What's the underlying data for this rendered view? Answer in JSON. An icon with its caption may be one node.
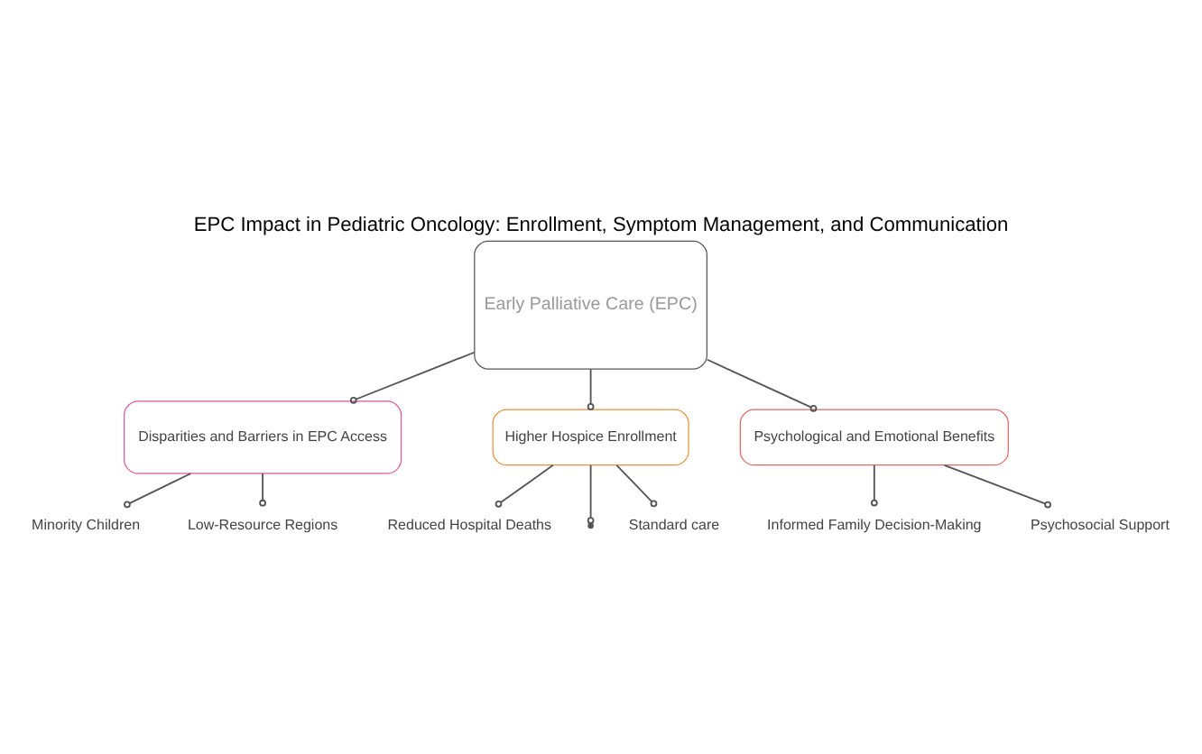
{
  "diagram": {
    "title": "EPC Impact in Pediatric Oncology: Enrollment, Symptom Management, and Communication",
    "nodes": [
      {
        "text": [
          "Early Palliative Care (EPC)"
        ]
      },
      {
        "text": [
          "Disparities and Barriers in EPC Access"
        ]
      },
      {
        "text": [
          "Minority Children"
        ]
      },
      {
        "text": [
          "Low-Resource Regions"
        ]
      },
      {
        "text": [
          "Higher Hospice Enrollment"
        ]
      },
      {
        "text": [
          "Reduced Hospital Deaths"
        ]
      },
      {
        "text": [],
        "shape": "circle"
      },
      {
        "text": [
          "Standard care"
        ]
      },
      {
        "text": [
          "Psychological and Emotional Benefits"
        ]
      },
      {
        "text": [
          "Informed Family Decision-Making"
        ]
      },
      {
        "text": [
          "Psychosocial Support"
        ]
      }
    ],
    "edges": [
      {
        "from": 0,
        "to": 1,
        "arrow": "other"
      },
      {
        "from": 0,
        "to": 4,
        "arrow": "other"
      },
      {
        "from": 0,
        "to": 8,
        "arrow": "other"
      },
      {
        "from": 1,
        "to": 2,
        "arrow": "other"
      },
      {
        "from": 1,
        "to": 3,
        "arrow": "other"
      },
      {
        "from": 4,
        "to": 5,
        "arrow": "other"
      },
      {
        "from": 4,
        "to": 6,
        "arrow": "other"
      },
      {
        "from": 4,
        "to": 7,
        "arrow": "other"
      },
      {
        "from": 8,
        "to": 9,
        "arrow": "other"
      },
      {
        "from": 8,
        "to": 10,
        "arrow": "other"
      }
    ]
  }
}
